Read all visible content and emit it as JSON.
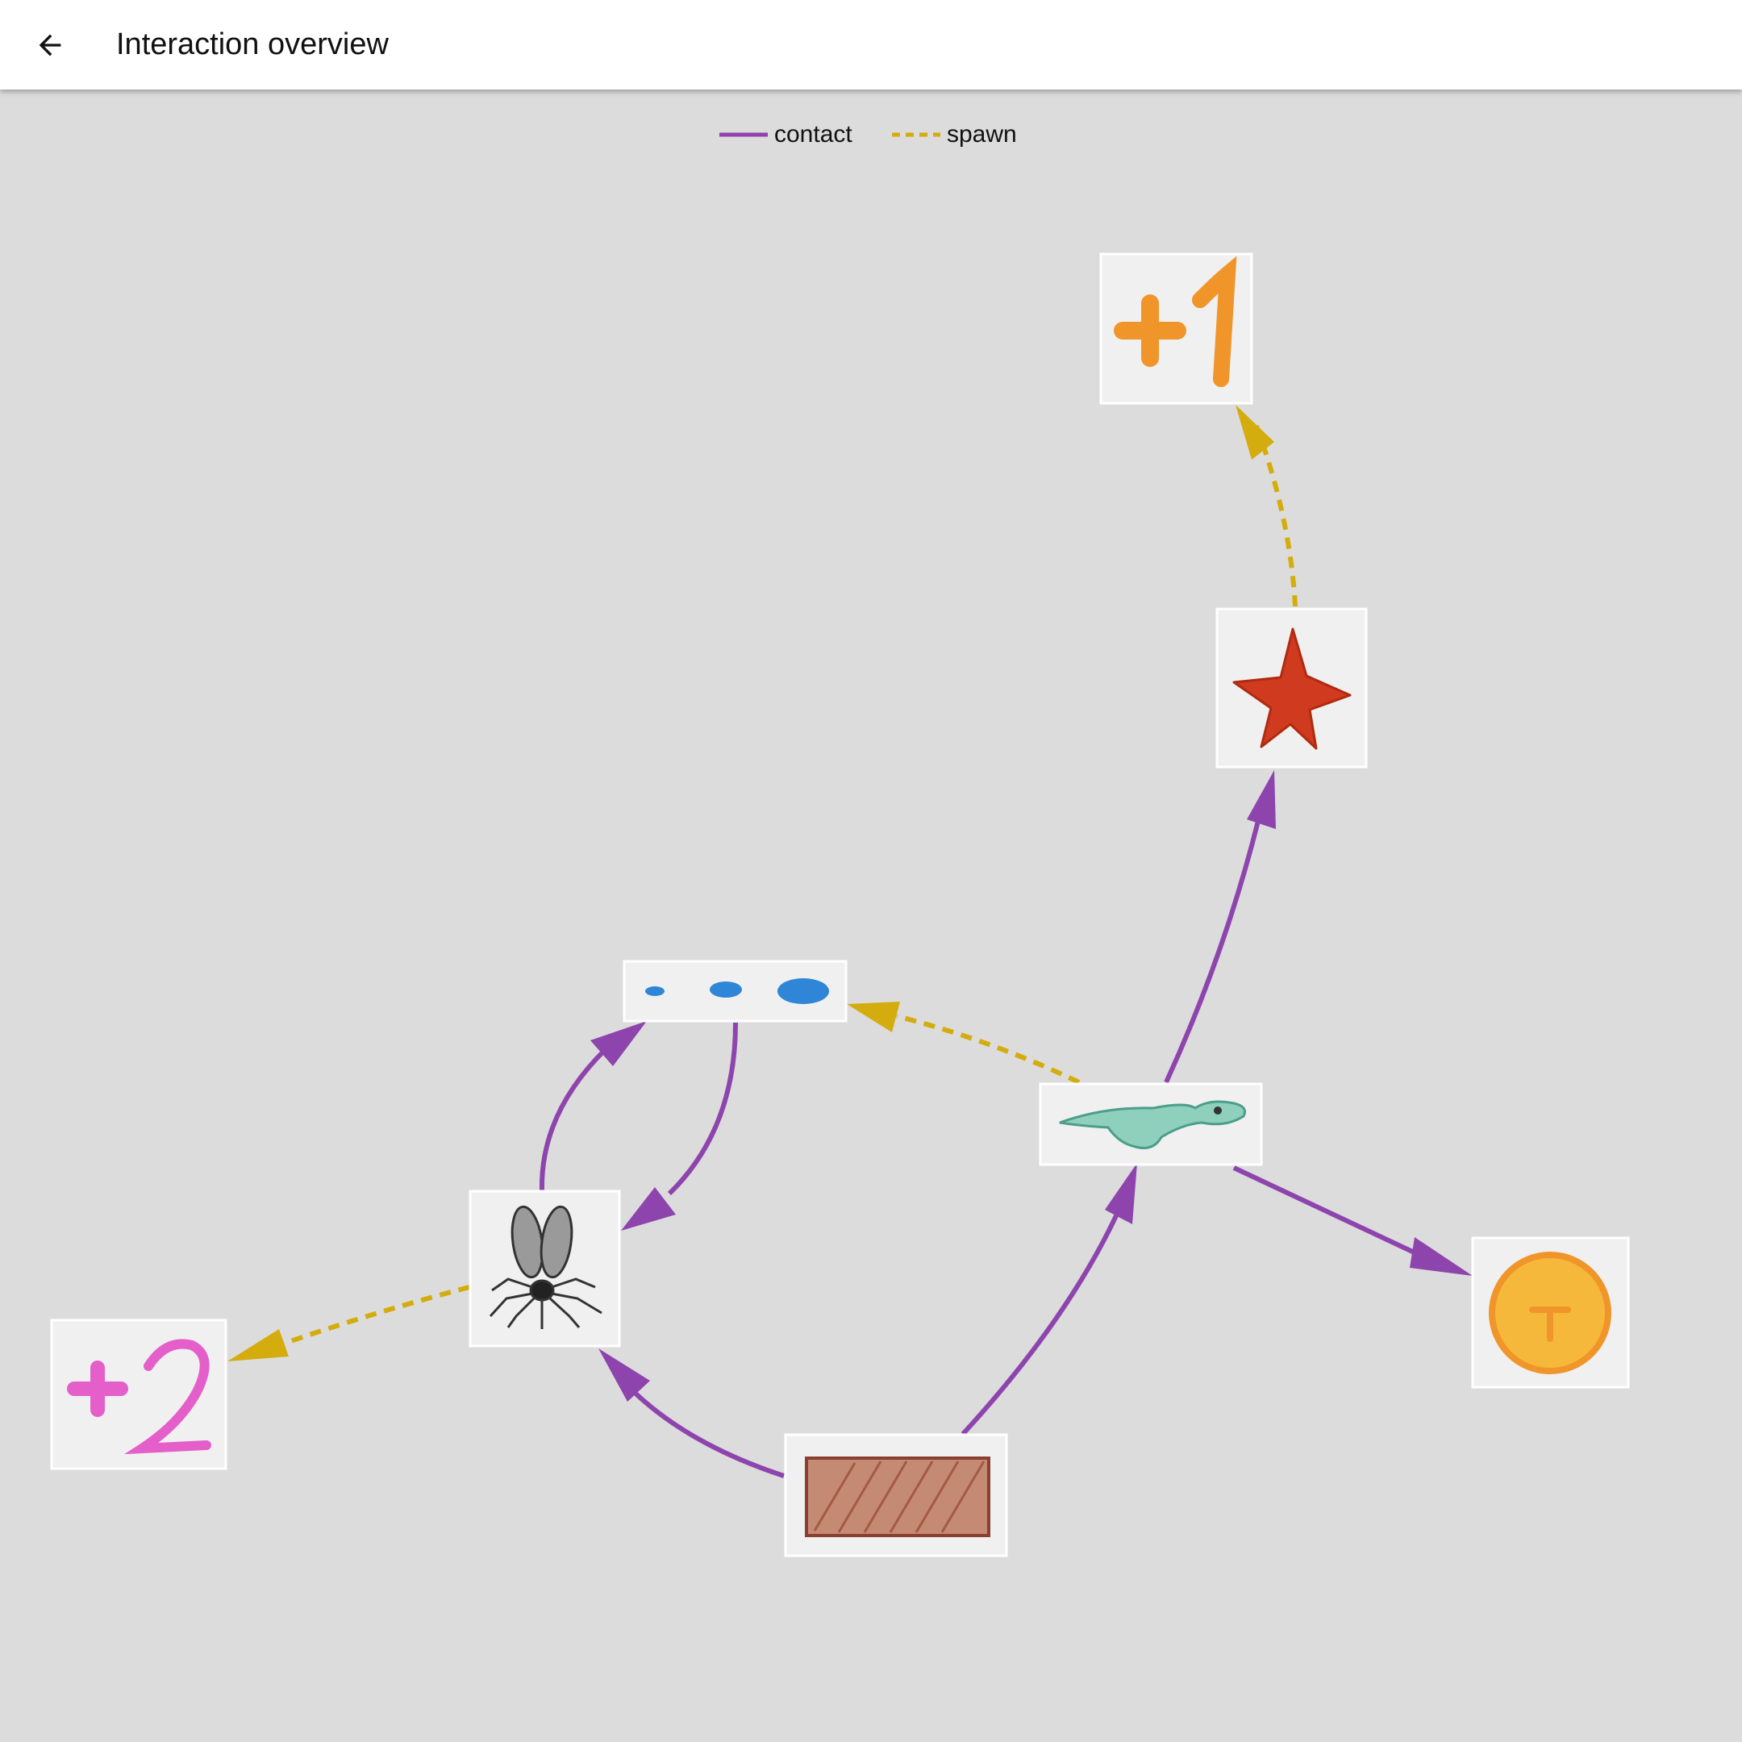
{
  "header": {
    "title": "Interaction overview",
    "back_icon": "arrow-left-icon"
  },
  "legend": {
    "items": [
      {
        "label": "contact",
        "style": "solid",
        "color": "#8e44ad"
      },
      {
        "label": "spawn",
        "style": "dashed",
        "color": "#d4ac0d"
      }
    ]
  },
  "colors": {
    "background": "#dcdcdc",
    "appbar": "#ffffff",
    "contact": "#8e44ad",
    "spawn": "#d4ac0d"
  },
  "nodes": [
    {
      "id": "plus-one",
      "icon": "plus-one-sticker-icon",
      "label": "+1"
    },
    {
      "id": "star",
      "icon": "red-star-drawing-icon"
    },
    {
      "id": "drops",
      "icon": "blue-drops-drawing-icon"
    },
    {
      "id": "bird",
      "icon": "green-bird-drawing-icon"
    },
    {
      "id": "fly",
      "icon": "fly-drawing-icon"
    },
    {
      "id": "coin",
      "icon": "gold-coin-drawing-icon"
    },
    {
      "id": "plus-two",
      "icon": "plus-two-sticker-icon",
      "label": "+2"
    },
    {
      "id": "brick",
      "icon": "brown-brick-drawing-icon"
    }
  ],
  "edges": [
    {
      "from": "star",
      "to": "plus-one",
      "type": "spawn"
    },
    {
      "from": "bird",
      "to": "star",
      "type": "contact"
    },
    {
      "from": "bird",
      "to": "drops",
      "type": "spawn"
    },
    {
      "from": "bird",
      "to": "coin",
      "type": "contact"
    },
    {
      "from": "fly",
      "to": "drops",
      "type": "contact"
    },
    {
      "from": "drops",
      "to": "fly",
      "type": "contact"
    },
    {
      "from": "fly",
      "to": "plus-two",
      "type": "spawn"
    },
    {
      "from": "brick",
      "to": "fly",
      "type": "contact"
    },
    {
      "from": "brick",
      "to": "bird",
      "type": "contact"
    }
  ]
}
